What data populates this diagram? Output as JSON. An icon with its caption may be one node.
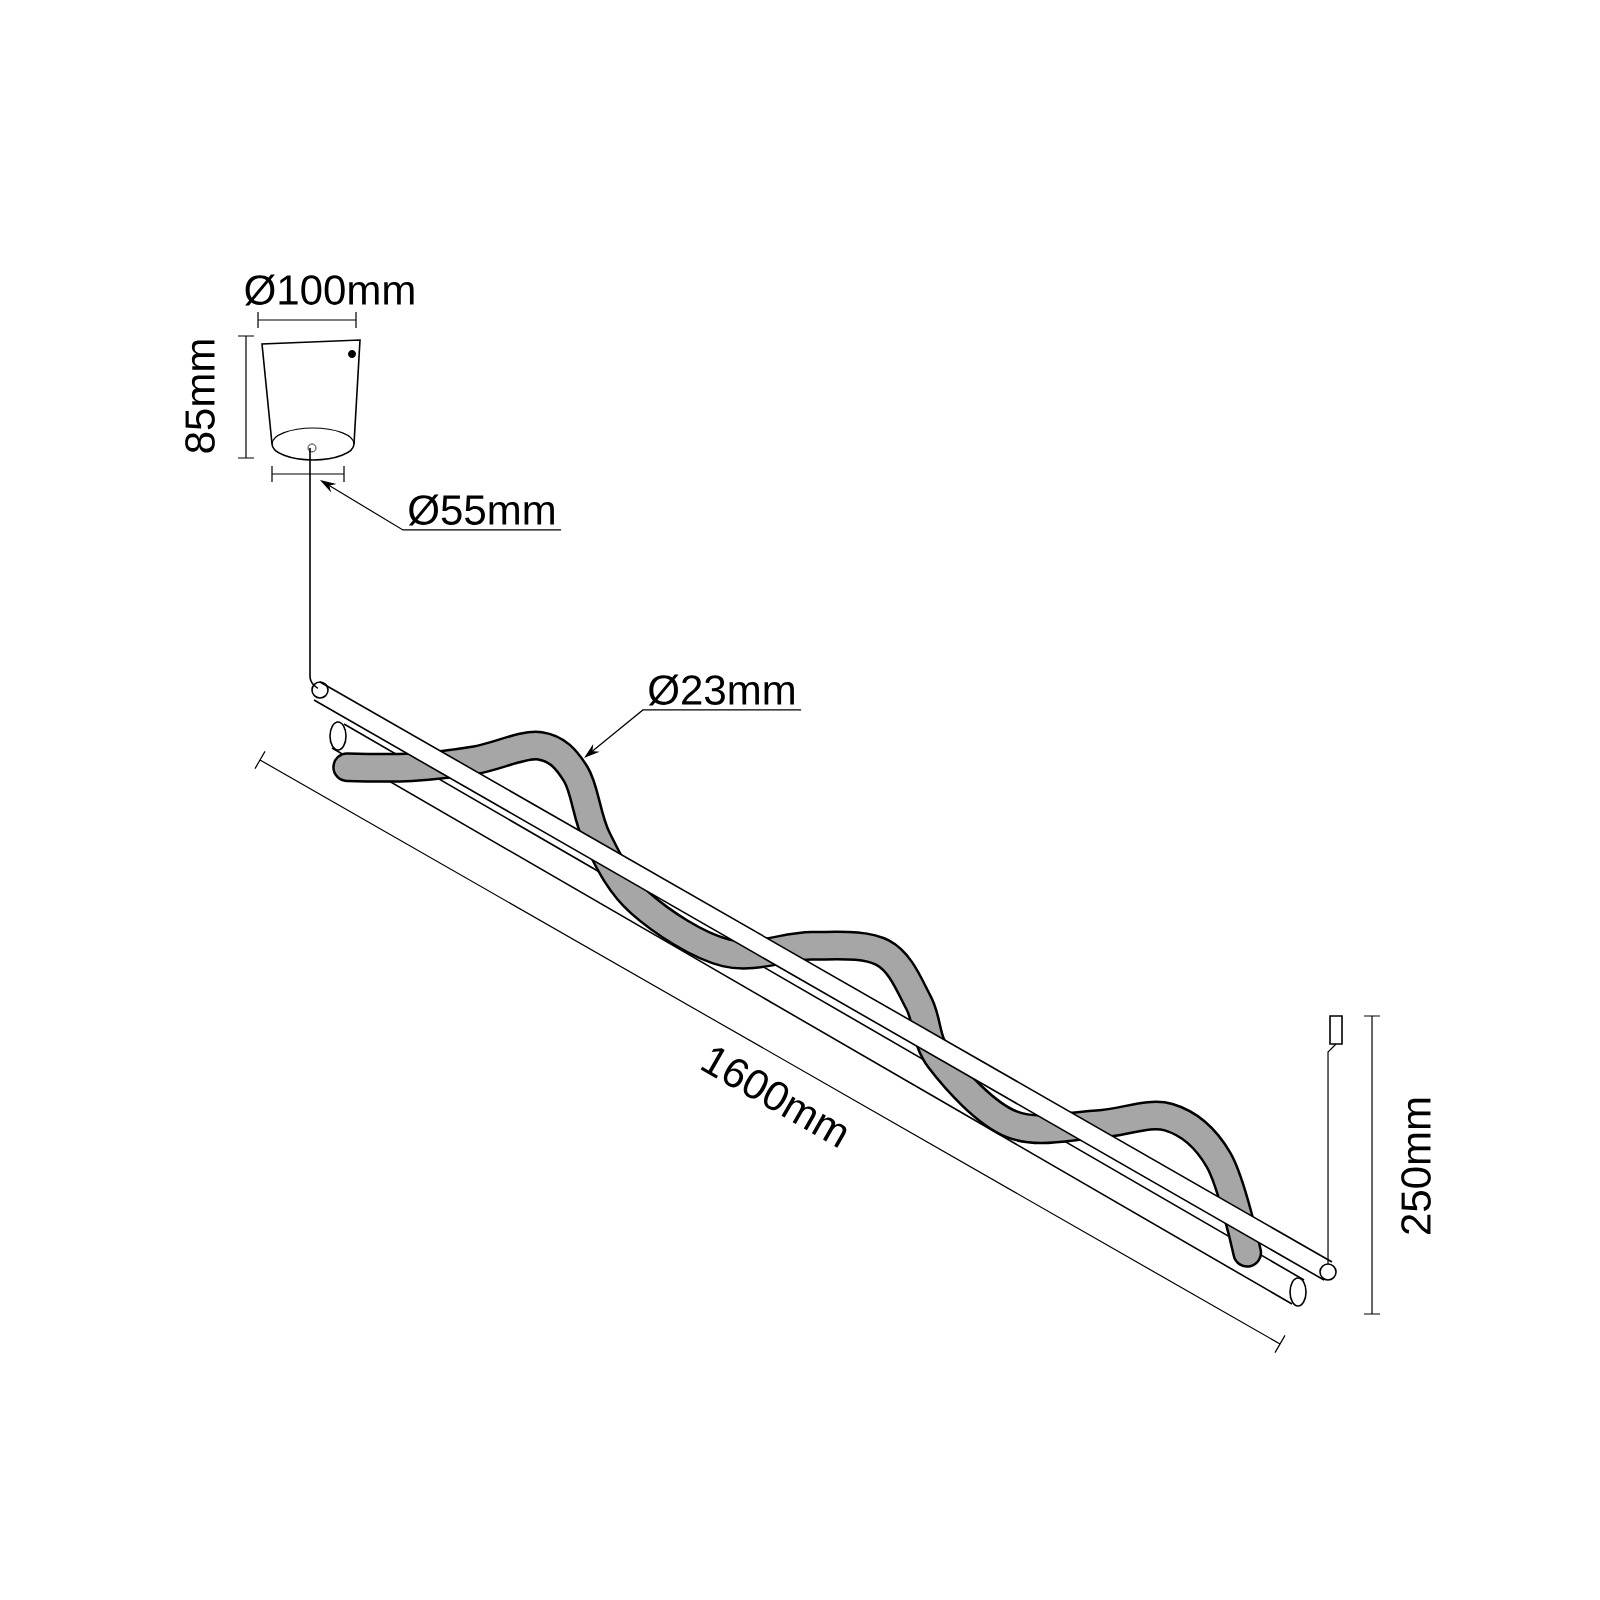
{
  "diagram": {
    "nodes": [
      {
        "text": [
          "Ø55mm"
        ]
      },
      {
        "text": [
          "Ø23mm"
        ]
      }
    ],
    "edges": [
      {
        "from": 0,
        "to": null,
        "arrow": "to"
      },
      {
        "from": 1,
        "to": null,
        "arrow": "to"
      }
    ],
    "labels": [
      "Ø100mm",
      "85mm",
      "1600mm",
      "250mm"
    ]
  }
}
